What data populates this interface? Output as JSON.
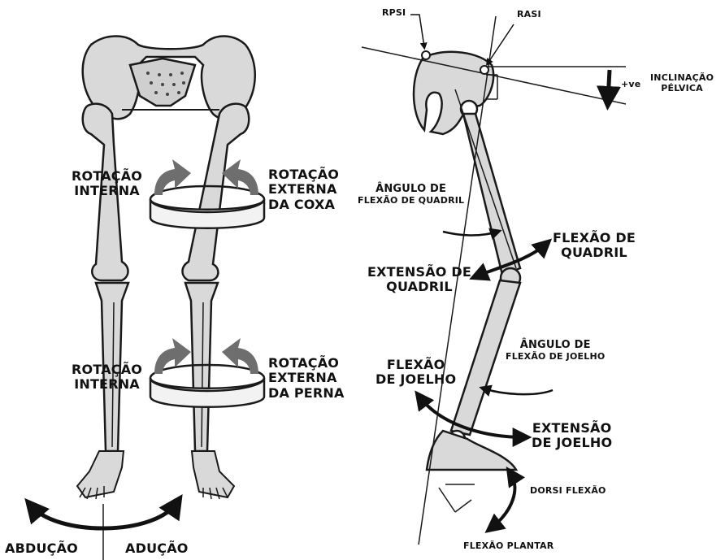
{
  "left_panel": {
    "rotation_thigh_internal": [
      "ROTAÇÃO",
      "INTERNA"
    ],
    "rotation_thigh_external": [
      "ROTAÇÃO",
      "EXTERNA",
      "DA COXA"
    ],
    "rotation_leg_internal": [
      "ROTAÇÃO",
      "INTERNA"
    ],
    "rotation_leg_external": [
      "ROTAÇÃO",
      "EXTERNA",
      "DA PERNA"
    ],
    "abduction": "ABDUÇÃO",
    "adduction": "ADUÇÃO"
  },
  "right_panel": {
    "rpsi": "RPSI",
    "rasi": "RASI",
    "plus_ve": "+ve",
    "pelvic_tilt": [
      "INCLINAÇÃO",
      "PÉLVICA"
    ],
    "hip_flexion_angle": [
      "ÂNGULO DE",
      "FLEXÃO DE QUADRIL"
    ],
    "hip_flexion": [
      "FLEXÃO DE",
      "QUADRIL"
    ],
    "hip_extension": [
      "EXTENSÃO DE",
      "QUADRIL"
    ],
    "knee_flexion_angle": [
      "ÂNGULO DE",
      "FLEXÃO DE JOELHO"
    ],
    "knee_flexion": [
      "FLEXÃO",
      "DE JOELHO"
    ],
    "knee_extension": [
      "EXTENSÃO",
      "DE JOELHO"
    ],
    "dorsiflexion": "DORSI FLEXÃO",
    "plantar_flexion": "FLEXÃO PLANTAR"
  },
  "colors": {
    "bone_fill": "#d9d9d9",
    "bone_stroke": "#1a1a1a",
    "rotation_arrow": "#6e6e6e",
    "text": "#111111"
  }
}
